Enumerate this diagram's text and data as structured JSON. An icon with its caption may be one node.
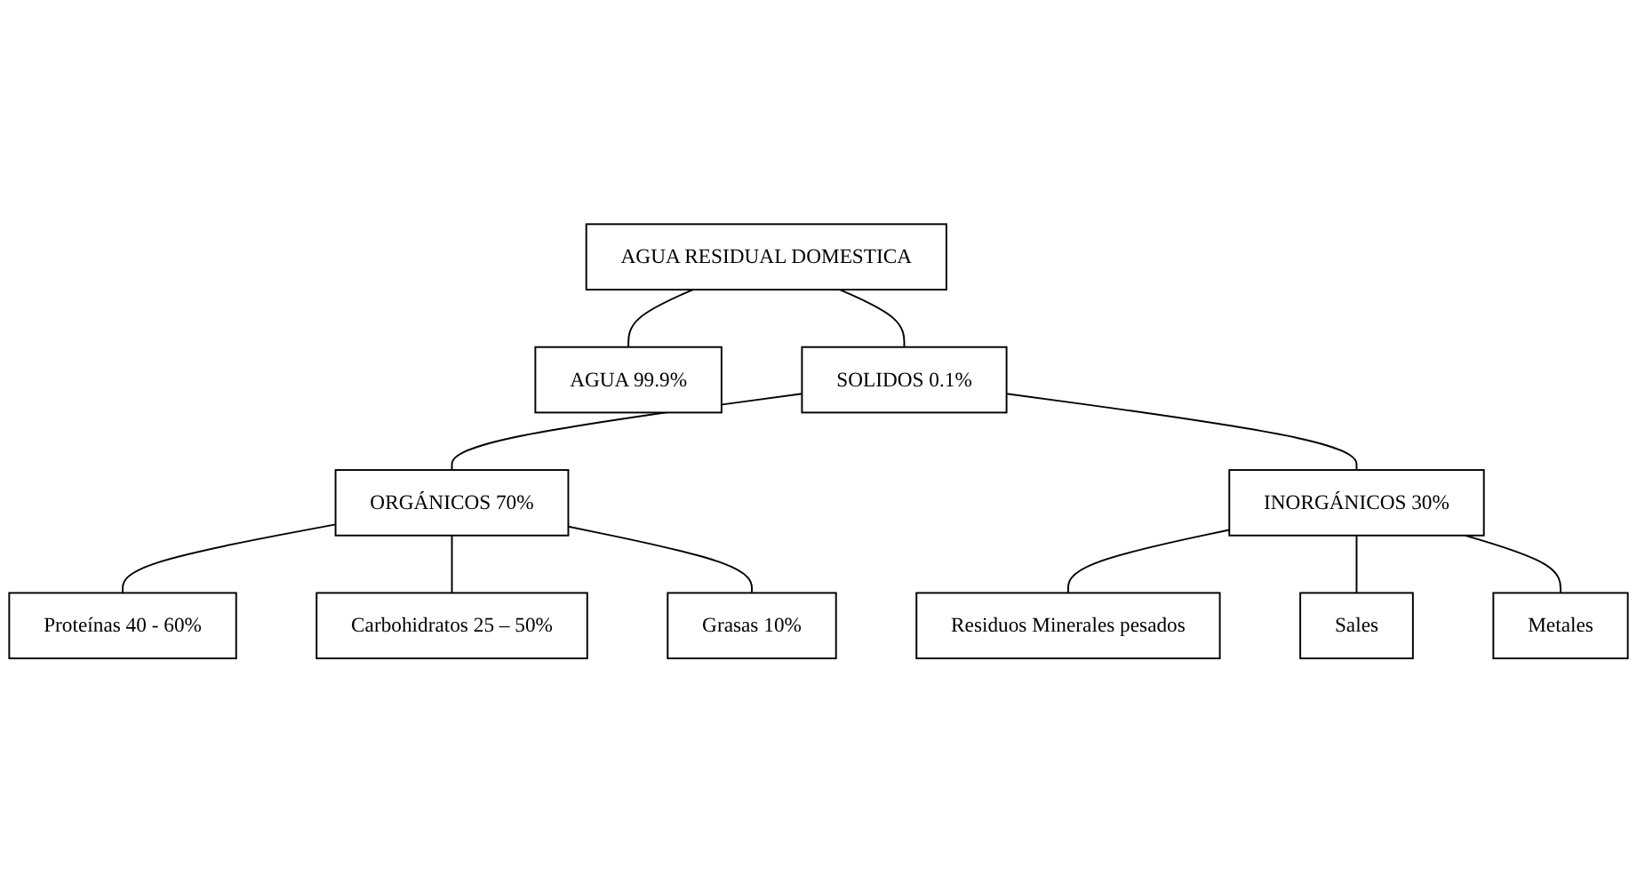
{
  "diagram": {
    "nodes": [
      {
        "text": [
          "AGUA RESIDUAL DOMESTICA"
        ]
      },
      {
        "text": [
          "AGUA 99.9%"
        ]
      },
      {
        "text": [
          "SOLIDOS 0.1%"
        ]
      },
      {
        "text": [
          "ORGÁNICOS 70%"
        ]
      },
      {
        "text": [
          "INORGÁNICOS 30%"
        ]
      },
      {
        "text": [
          "Proteínas 40 - 60%"
        ]
      },
      {
        "text": [
          "Carbohidratos 25 – 50%"
        ]
      },
      {
        "text": [
          "Grasas 10%"
        ]
      },
      {
        "text": [
          "Residuos Minerales pesados"
        ]
      },
      {
        "text": [
          "Sales"
        ]
      },
      {
        "text": [
          "Metales"
        ]
      }
    ],
    "edges": [
      {
        "from": 0,
        "to": 1,
        "arrow": "none"
      },
      {
        "from": 0,
        "to": 2,
        "arrow": "none"
      },
      {
        "from": 2,
        "to": 3,
        "arrow": "none"
      },
      {
        "from": 2,
        "to": 4,
        "arrow": "none"
      },
      {
        "from": 3,
        "to": 5,
        "arrow": "none"
      },
      {
        "from": 3,
        "to": 6,
        "arrow": "none"
      },
      {
        "from": 3,
        "to": 7,
        "arrow": "none"
      },
      {
        "from": 4,
        "to": 8,
        "arrow": "none"
      },
      {
        "from": 4,
        "to": 9,
        "arrow": "none"
      },
      {
        "from": 4,
        "to": 10,
        "arrow": "none"
      }
    ]
  }
}
